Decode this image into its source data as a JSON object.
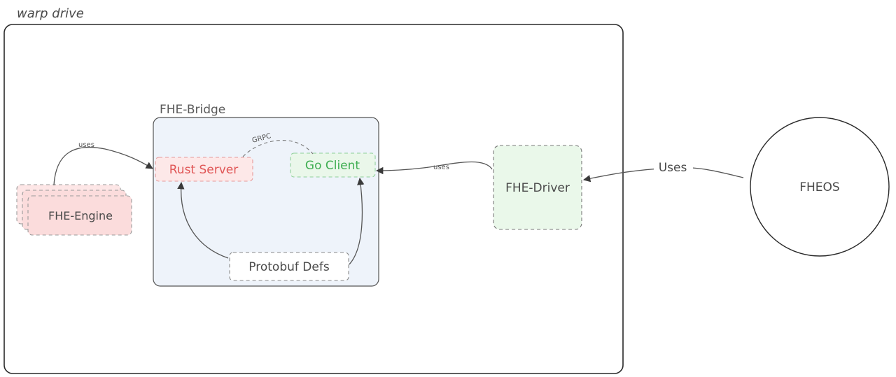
{
  "diagram": {
    "title": "warp drive",
    "group_label": "FHE-Bridge",
    "nodes": {
      "fhe_engine": "FHE-Engine",
      "rust_server": "Rust Server",
      "go_client": "Go Client",
      "protobuf_defs": "Protobuf Defs",
      "fhe_driver": "FHE-Driver",
      "fheos": "FHEOS"
    },
    "edges": {
      "engine_to_rust": "uses",
      "rust_go_link": "GRPC",
      "driver_to_go": "uses",
      "fheos_to_driver": "Uses"
    }
  },
  "colors": {
    "stroke": "#3a3a3a",
    "group_fill": "#eef3fa",
    "rust_fill": "#fde8e8",
    "rust_text": "#e05656",
    "go_fill": "#eaf7ea",
    "go_text": "#3fae52",
    "engine_fill": "#fbdcdc",
    "driver_fill": "#eaf8ea",
    "dashed": "#9a9a9a"
  }
}
